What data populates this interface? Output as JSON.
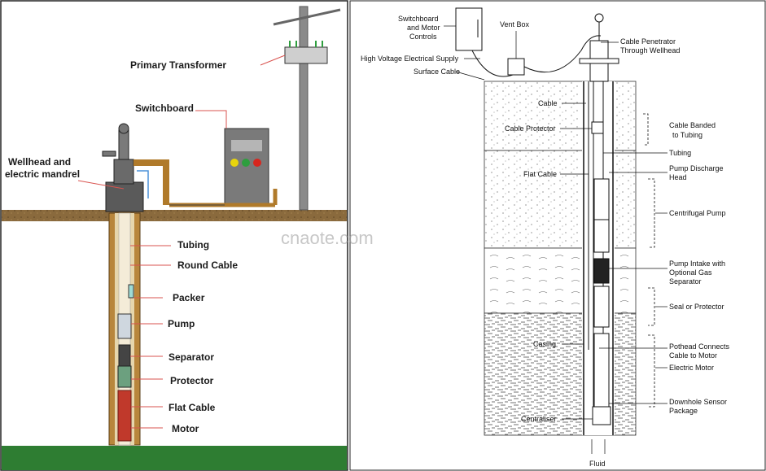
{
  "left_panel": {
    "labels": {
      "primary_transformer": "Primary Transformer",
      "switchboard": "Switchboard",
      "wellhead_line1": "Wellhead and",
      "wellhead_line2": "electric mandrel",
      "tubing": "Tubing",
      "round_cable": "Round Cable",
      "packer": "Packer",
      "pump": "Pump",
      "separator": "Separator",
      "protector": "Protector",
      "flat_cable": "Flat Cable",
      "motor": "Motor"
    },
    "colors": {
      "ground": "#8a6a3d",
      "grass": "#2e7d32",
      "switch_green": "#2e9e3e",
      "switch_yellow": "#e8d40c",
      "switch_red": "#d7261e",
      "motor": "#c0392b",
      "leader": "#d9534f"
    }
  },
  "right_panel": {
    "labels": {
      "switchboard_line1": "Switchboard",
      "switchboard_line2": "and Motor",
      "switchboard_line3": "Controls",
      "vent_box": "Vent Box",
      "cable_penetrator_line1": "Cable Penetrator",
      "cable_penetrator_line2": "Through Wellhead",
      "hv_supply": "High Voltage Electrical Supply",
      "surface_cable": "Surface Cable",
      "cable": "Cable",
      "cable_protector": "Cable Protector",
      "cable_banded_line1": "Cable Banded",
      "cable_banded_line2": "to Tubing",
      "tubing": "Tubing",
      "flat_cable": "Flat Cable",
      "pump_discharge_line1": "Pump Discharge",
      "pump_discharge_line2": "Head",
      "centrifugal_pump": "Centrifugal Pump",
      "pump_intake_line1": "Pump Intake with",
      "pump_intake_line2": "Optional Gas",
      "pump_intake_line3": "Separator",
      "seal_protector": "Seal or Protector",
      "casing": "Casing",
      "pothead_line1": "Pothead Connects",
      "pothead_line2": "Cable to Motor",
      "electric_motor": "Electric Motor",
      "sensor_line1": "Downhole Sensor",
      "sensor_line2": "Package",
      "centraliser": "Centraliser",
      "fluid": "Fluid"
    }
  },
  "watermark": "cnaote.com"
}
